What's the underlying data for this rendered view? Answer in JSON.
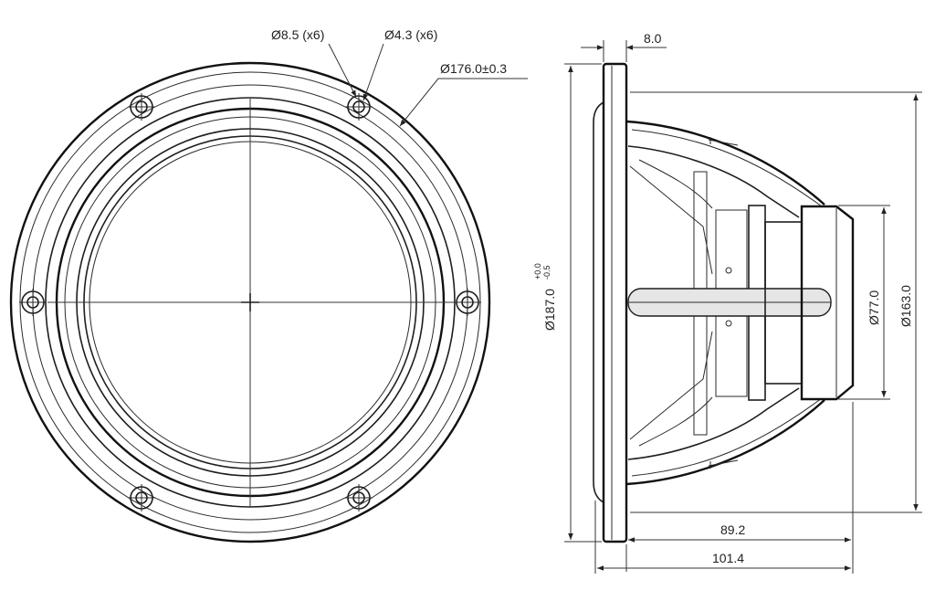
{
  "dimensions": {
    "hole_large": "Ø8.5 (x6)",
    "hole_small": "Ø4.3 (x6)",
    "bolt_circle": "Ø176.0±0.3",
    "flange_thickness": "8.0",
    "outer_diameter": "Ø187.0",
    "outer_diameter_tol_plus": "+0.0",
    "outer_diameter_tol_minus": "-0.5",
    "magnet_diameter": "Ø77.0",
    "cutout_diameter": "Ø163.0",
    "mount_depth": "89.2",
    "total_depth": "101.4"
  }
}
